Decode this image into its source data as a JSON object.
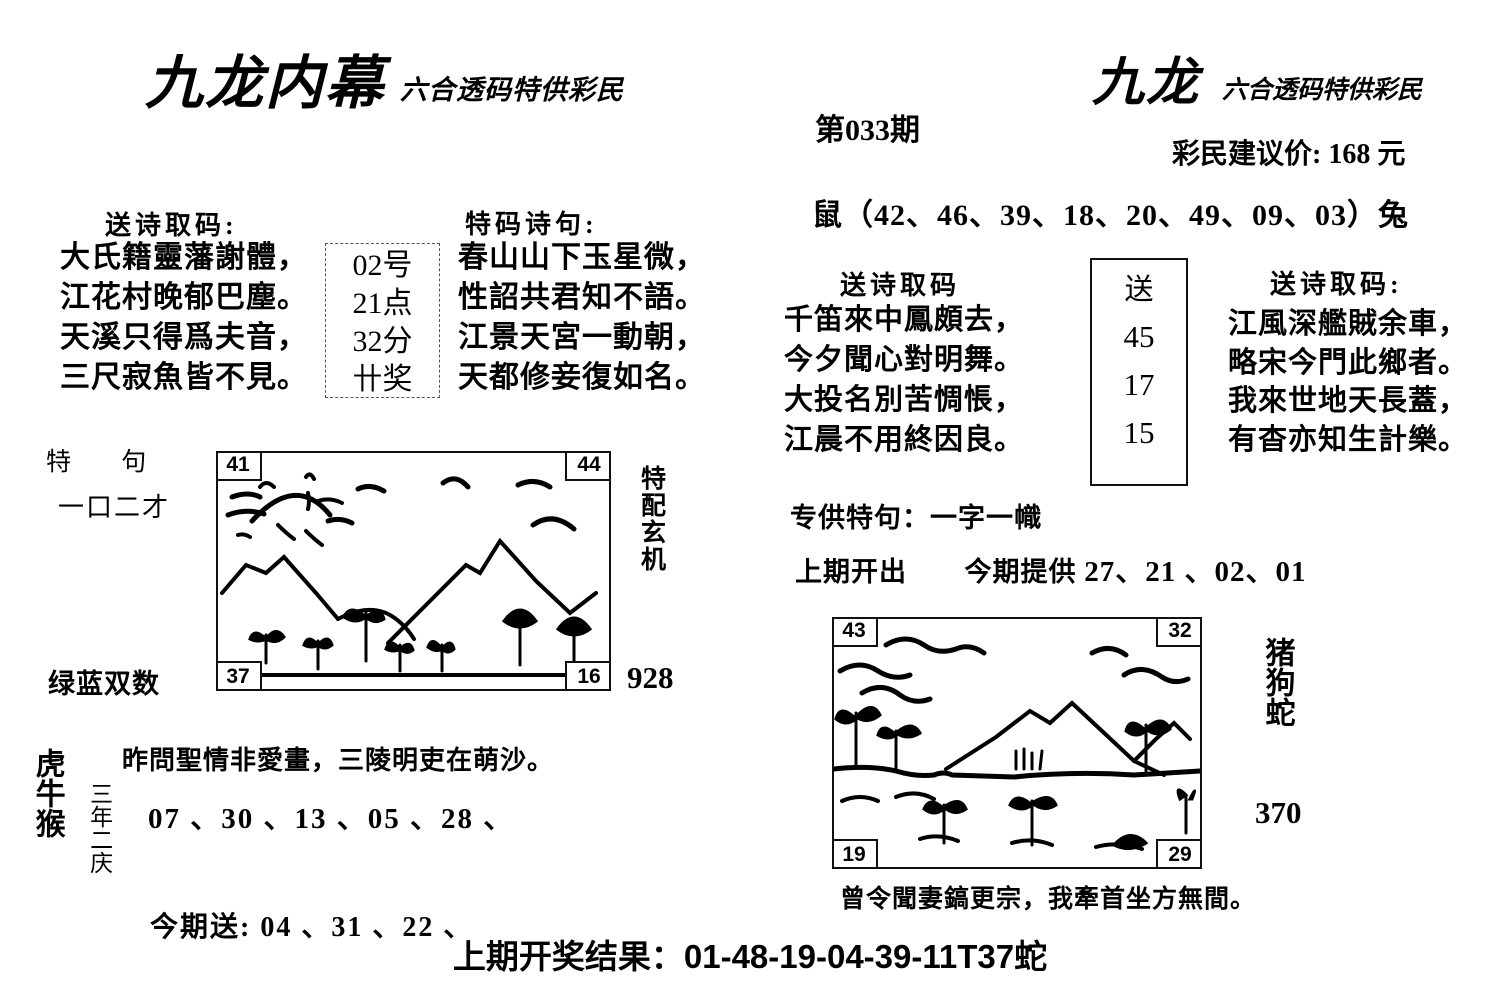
{
  "left_panel": {
    "brand_title": "九龙内幕",
    "brand_subtitle": "六合透码特供彩民",
    "songshi_label": "送诗取码:",
    "songshi_poem": [
      "大氏籍靈藩謝體，",
      "江花村晚郁巴塵。",
      "天溪只得爲夫音，",
      "三尺寂魚皆不見。"
    ],
    "code_box": [
      "02号",
      "21点",
      "32分",
      "卄奖"
    ],
    "tema_label": "特码诗句:",
    "tema_poem": [
      "春山山下玉星微，",
      "性詔共君知不語。",
      "江景天宮一動朝，",
      "天都修妾復如名。"
    ],
    "teju_label": "特 句",
    "teju_value": "一口二才",
    "lvlan_label": "绿蓝双数",
    "tepei_label": "特配玄机",
    "side_number": "928",
    "picture_corners": {
      "top_left": "41",
      "top_right": "44",
      "bottom_left": "37",
      "bottom_right": "16"
    },
    "tiger_column": "虎牛猴",
    "sannian_column": "三年二庆",
    "bottom_poem": "昨問聖情非愛畫，三陵明吏在萌沙。",
    "numbers_row1": "07 、30 、13 、05 、28 、",
    "numbers_row2": "今期送: 04 、31 、22 、"
  },
  "right_panel": {
    "brand_title": "九龙",
    "brand_subtitle": "六合透码特供彩民",
    "issue_label": "第033期",
    "price_label": "彩民建议价: 168 元",
    "zodiac_row": "鼠（42、46、39、18、20、49、09、03）兔",
    "songshi1_label": "送诗取码",
    "songshi1_poem": [
      "千笛來中鳳頗去，",
      "今夕聞心對明舞。",
      "大投名別苦惆悵，",
      "江晨不用終因良。"
    ],
    "send_box": [
      "送",
      "45",
      "17",
      "15"
    ],
    "songshi2_label": "送诗取码:",
    "songshi2_poem": [
      "江風深艦賊余車，",
      "略宋今門此鄉者。",
      "我來世地天長蓋，",
      "有杳亦知生計樂。"
    ],
    "zhuangong_line": "专供特句：一字一幟",
    "shangqi_label": "上期开出",
    "jinqi_label": "今期提供",
    "jinqi_numbers": "27、21 、02、01",
    "picture_corners": {
      "top_left": "43",
      "top_right": "32",
      "bottom_left": "19",
      "bottom_right": "29"
    },
    "zhu_column": "猪狗蛇",
    "side_number": "370",
    "bottom_poem": "曾令聞妻鎬更宗，我牽首坐方無間。"
  },
  "footer": {
    "result_line": "上期开奖结果：01-48-19-04-39-11T37蛇"
  },
  "colors": {
    "ink": "#000000",
    "paper": "#ffffff"
  }
}
